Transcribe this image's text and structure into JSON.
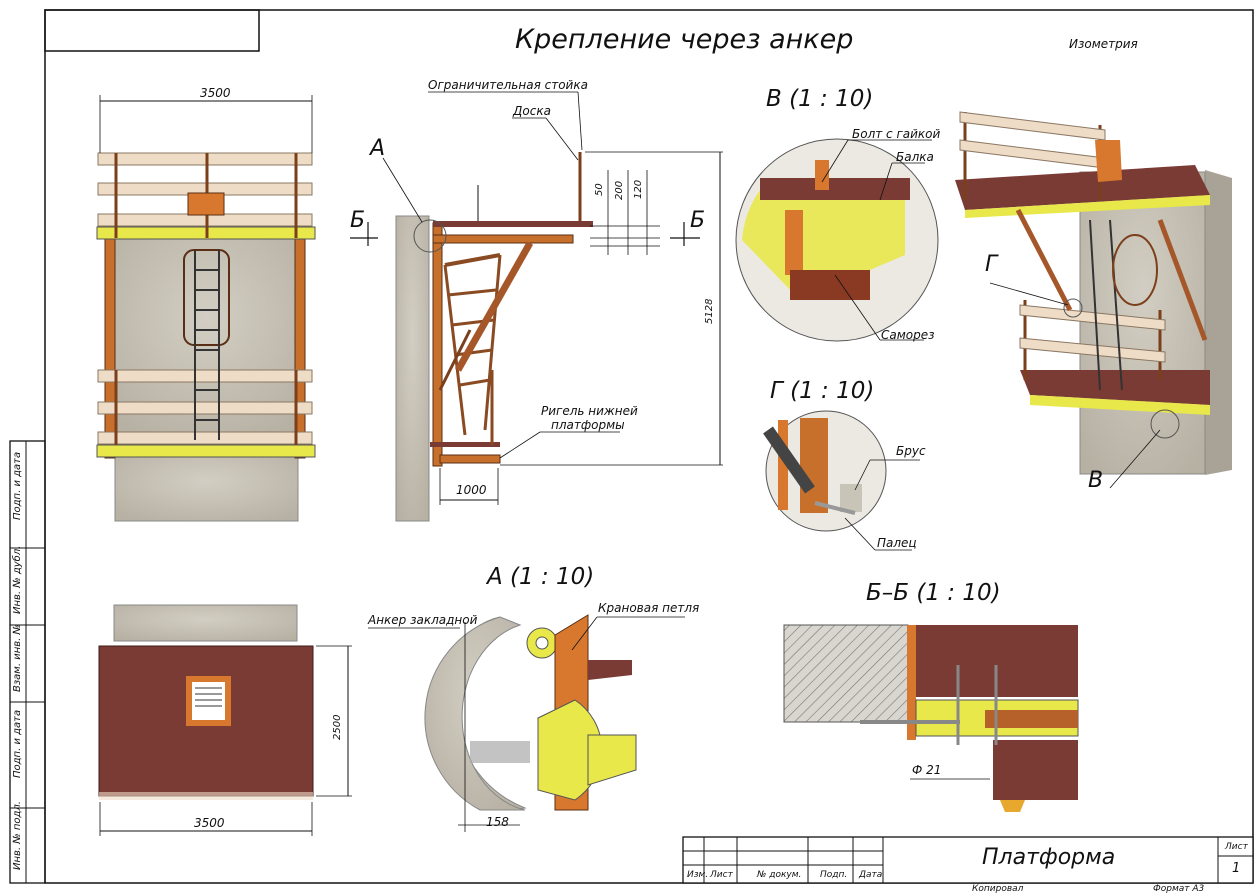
{
  "sheet": {
    "title": "Крепление через анкер",
    "view_name": "Изометрия"
  },
  "front_view": {
    "dim_width": "3500"
  },
  "side_view": {
    "label_post": "Ограничительная стойка",
    "label_board": "Доска",
    "label_rail_line1": "Ригель нижней",
    "label_rail_line2": "платформы",
    "dim_50": "50",
    "dim_200": "200",
    "dim_120": "120",
    "dim_height": "5128",
    "dim_reach": "1000",
    "marker_a": "А",
    "marker_b_left": "Б",
    "marker_b_right": "Б"
  },
  "detail_v": {
    "title": "В (1 : 10)",
    "label_bolt": "Болт с гайкой",
    "label_beam": "Балка",
    "label_screw": "Саморез"
  },
  "detail_g": {
    "title": "Г (1 : 10)",
    "label_bar": "Брус",
    "label_pin": "Палец"
  },
  "isometric": {
    "callout_g": "Г",
    "callout_v": "В"
  },
  "detail_a": {
    "title": "А (1 : 10)",
    "label_anchor": "Анкер закладной",
    "label_loop": "Крановая петля",
    "dim_158": "158"
  },
  "section_bb": {
    "title": "Б–Б (1 : 10)",
    "dim_phi": "Ф 21"
  },
  "plan_view": {
    "dim_depth": "2500",
    "dim_width": "3500"
  },
  "margin_strip": {
    "cells": [
      "Подп. и дата",
      "Инв. № дубл.",
      "Взам. инв. №",
      "Подп. и дата",
      "Инв. № подл."
    ]
  },
  "title_block": {
    "col_headers": [
      "Изм.",
      "Лист",
      "№ докум.",
      "Подп.",
      "Дата"
    ],
    "drawing_name": "Платформа",
    "sheet_label": "Лист",
    "sheet_number": "1",
    "copied": "Копировал",
    "format": "Формат А3"
  },
  "colors": {
    "brown": "#7a3b35",
    "orange": "#d8782e",
    "yellow": "#e8e84a",
    "plank": "#efdcc6",
    "concrete": "#c9c4b8"
  }
}
